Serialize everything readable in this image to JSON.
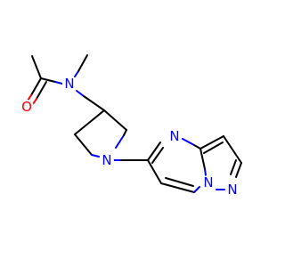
{
  "atoms": {
    "carbonyl_oxygen": {
      "symbol": "O",
      "color": "#ff0000"
    },
    "amide_nitrogen": {
      "symbol": "N",
      "color": "#0000ff"
    },
    "pyrrolidine_nitrogen": {
      "symbol": "N",
      "color": "#0000ff"
    },
    "pyrimidine_nitrogen": {
      "symbol": "N",
      "color": "#0000ff"
    },
    "bridgehead_nitrogen": {
      "symbol": "N",
      "color": "#0000ff"
    },
    "pyrazole_nitrogen": {
      "symbol": "N",
      "color": "#0000ff"
    }
  }
}
